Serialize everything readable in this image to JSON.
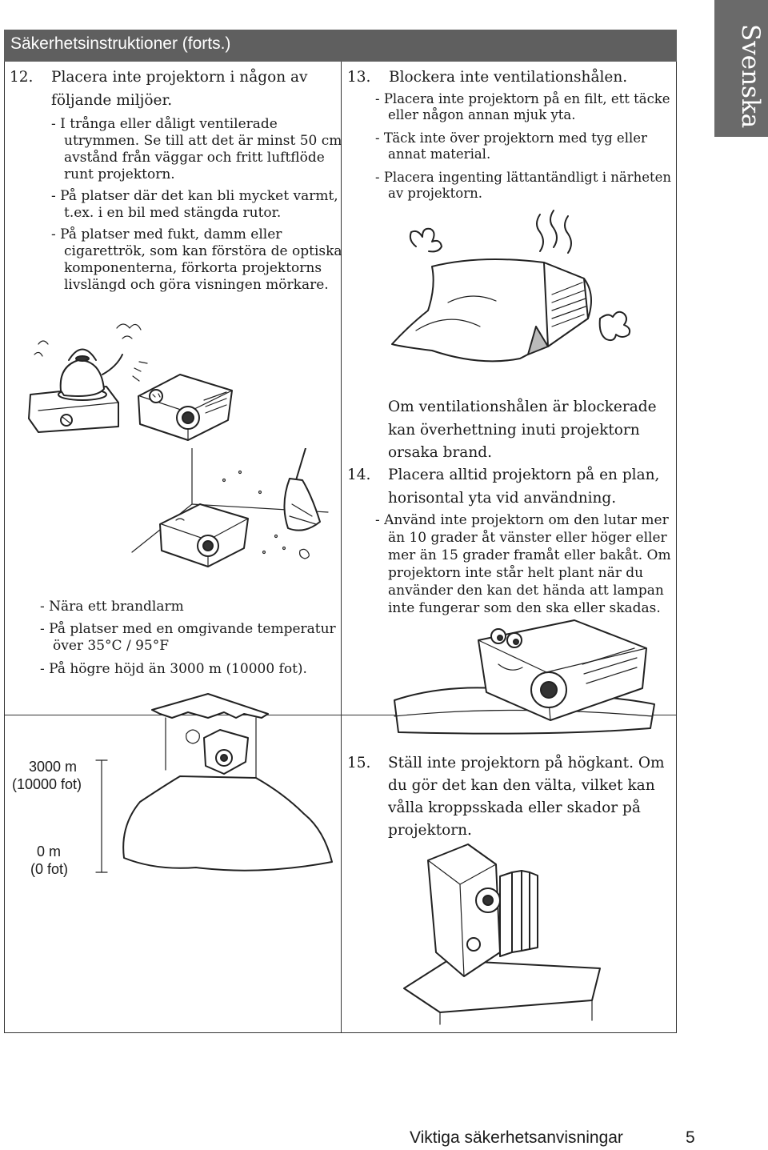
{
  "header": {
    "title": "Säkerhetsinstruktioner (forts.)"
  },
  "side_tab": {
    "language": "Svenska"
  },
  "item12": {
    "num": "12.",
    "lines": [
      "Placera inte projektorn i någon av",
      "följande miljöer."
    ],
    "bullets": [
      [
        "- I trånga eller dåligt ventilerade",
        "utrymmen. Se till att det är minst 50 cm",
        "avstånd från väggar och fritt luftflöde",
        "runt projektorn."
      ],
      [
        "- På platser där det kan bli mycket varmt,",
        "t.ex. i en bil med stängda rutor."
      ],
      [
        "- På platser med fukt, damm eller",
        "cigarettrök, som kan förstöra de optiska",
        "komponenterna, förkorta projektorns",
        "livslängd och göra visningen mörkare."
      ]
    ],
    "more_bullets": [
      [
        "- Nära ett brandlarm"
      ],
      [
        "- På platser med en omgivande temperatur",
        "över 35°C / 95°F"
      ],
      [
        "- På högre höjd än 3000 m (10000 fot)."
      ]
    ]
  },
  "altitude": {
    "top_m": "3000 m",
    "top_ft": "(10000 fot)",
    "bottom_m": "0 m",
    "bottom_ft": "(0 fot)"
  },
  "item13": {
    "num": "13.",
    "title": "Blockera inte ventilationshålen.",
    "bullets": [
      [
        "- Placera inte projektorn på en filt, ett täcke",
        "eller någon annan mjuk yta."
      ],
      [
        "- Täck inte över projektorn med tyg eller",
        "annat material."
      ],
      [
        "- Placera ingenting lättantändligt i närheten",
        "av projektorn."
      ]
    ],
    "note": [
      "Om ventilationshålen är blockerade",
      "kan överhettning inuti projektorn",
      "orsaka brand."
    ]
  },
  "item14": {
    "num": "14.",
    "lines": [
      "Placera alltid projektorn på en plan,",
      "horisontal yta vid användning."
    ],
    "bullet": [
      "- Använd inte projektorn om den lutar mer",
      "än 10 grader åt vänster eller höger eller",
      "mer än 15 grader framåt eller bakåt. Om",
      "projektorn inte står helt plant när du",
      "använder den kan det hända att lampan",
      "inte fungerar som den ska eller skadas."
    ]
  },
  "item15": {
    "num": "15.",
    "lines": [
      "Ställ inte projektorn på högkant. Om",
      "du gör det kan den välta, vilket kan",
      "vålla kroppsskada eller skador på",
      "projektorn."
    ]
  },
  "footer": {
    "title": "Viktiga säkerhetsanvisningar",
    "page": "5"
  }
}
